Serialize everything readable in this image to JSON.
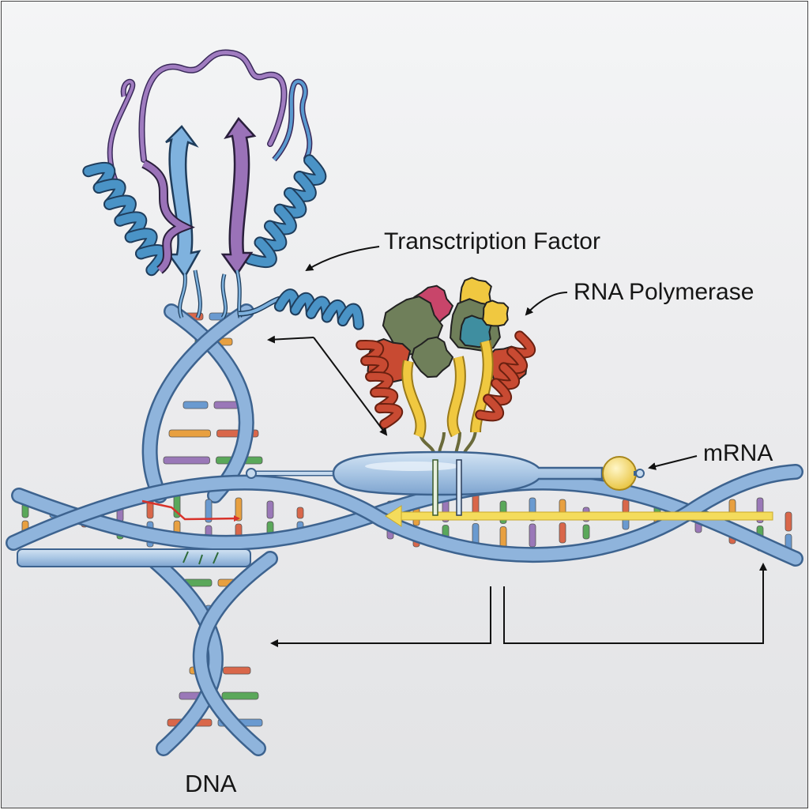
{
  "labels": {
    "transcription_factor": "Transctription Factor",
    "rna_polymerase": "RNA Polymerase",
    "mrna": "mRNA",
    "dna": "DNA"
  },
  "colors": {
    "dna_backbone": "#6f9acb",
    "dna_backbone_dark": "#3d638f",
    "helix_blue": "#4a93c6",
    "sheet_purple": "#8d62a8",
    "polymerase_green": "#6f7f5a",
    "polymerase_red": "#c84a32",
    "polymerase_yellow": "#f0c840",
    "polymerase_teal": "#3f8ea0",
    "polymerase_pink": "#c8456a",
    "mrna_bead": "#f5d65a",
    "annotation_arrow": "#111111",
    "direction_arrow_yellow": "#f4dc5c",
    "mutation_red": "#d8322a",
    "base_colors": [
      "#d9674a",
      "#5aa85a",
      "#6a9ad0",
      "#e8a040",
      "#9a78b8"
    ]
  },
  "icons": {
    "transcription_factor": "protein-ribbon-structure",
    "rna_polymerase": "protein-complex-blob",
    "dna": "double-helix",
    "mrna": "mrna-strand-bead"
  }
}
